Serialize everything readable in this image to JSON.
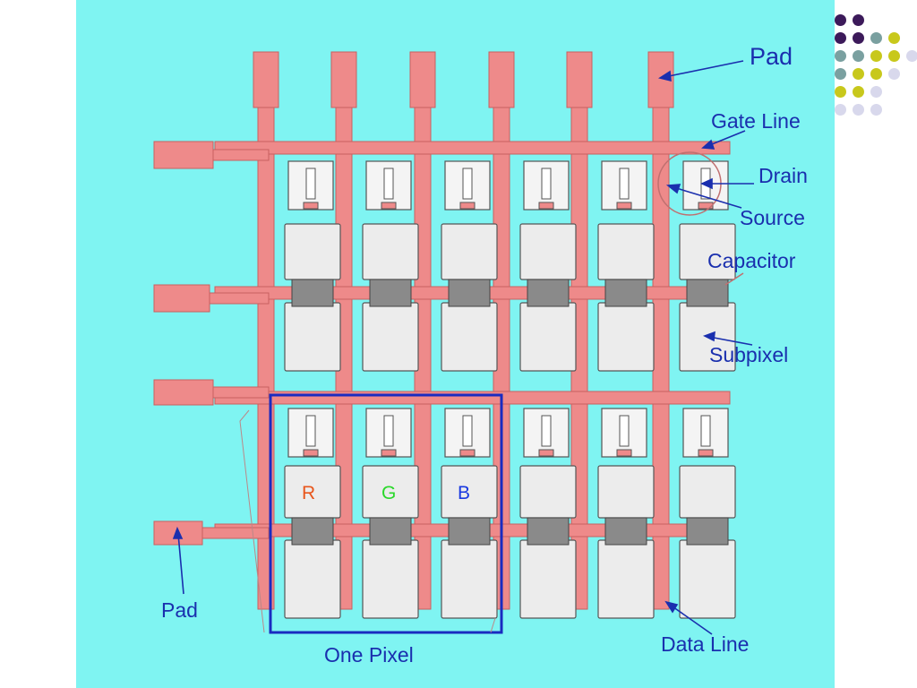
{
  "labels": {
    "pad_top": "Pad",
    "gate_line": "Gate Line",
    "drain": "Drain",
    "source": "Source",
    "capacitor": "Capacitor",
    "subpixel": "Subpixel",
    "pad_bottom": "Pad",
    "one_pixel": "One Pixel",
    "data_line": "Data Line"
  },
  "subpixel_letters": {
    "r": "R",
    "g": "G",
    "b": "B"
  },
  "colors": {
    "background": "#7ff4f2",
    "trace": "#ee8a8a",
    "trace_edge": "#c86060",
    "cell_fill": "#ececec",
    "pixel_box": "#1a2bc0",
    "label": "#1a2fae",
    "r": "#e8561c",
    "g": "#2ad82a",
    "b": "#1a3ae0"
  },
  "decoration_dot_colors": [
    "#3c1a5a",
    "#7aa0a0",
    "#c8c81c",
    "#d8d8ec"
  ]
}
